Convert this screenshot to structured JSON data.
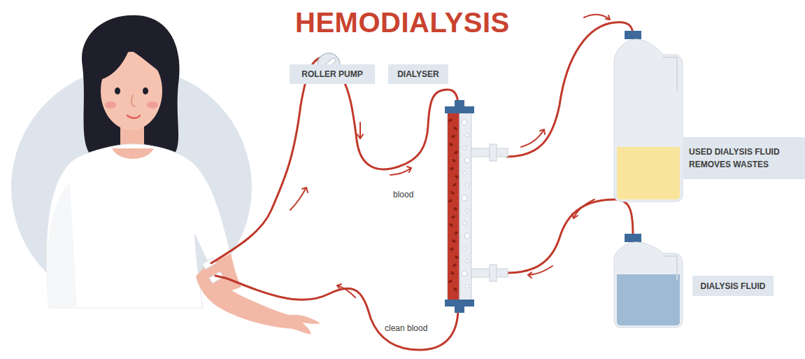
{
  "diagram": {
    "title": "HEMODIALYSIS",
    "nodes": [
      {
        "text": [
          "ROLLER PUMP"
        ]
      },
      {
        "text": [
          "DIALYSER"
        ]
      },
      {
        "text": [
          "USED DIALYSIS FLUID REMOVES WASTES"
        ]
      },
      {
        "text": [
          "DIALYSIS FLUID"
        ]
      }
    ],
    "labels": [
      "blood",
      "clean blood"
    ]
  }
}
